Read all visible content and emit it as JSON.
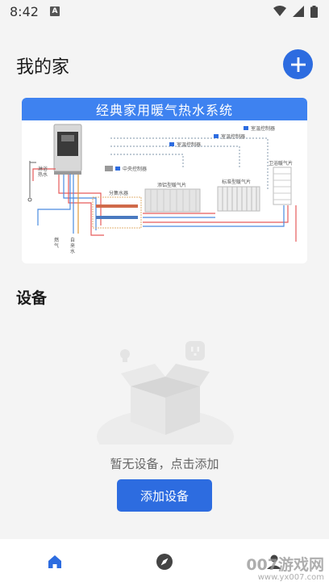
{
  "status_bar": {
    "time": "8:42",
    "notif_letter": "A"
  },
  "header": {
    "title": "我的家"
  },
  "banner": {
    "title": "经典家用暖气热水系统",
    "labels": {
      "shower": "淋浴\n热水",
      "central_ctrl": "中央控制器",
      "room_ctrl_1": "室温控制器",
      "room_ctrl_2": "室温控制器",
      "room_ctrl_3": "室温控制器",
      "manifold": "分集水器",
      "radiator_a": "添铝型暖气片",
      "radiator_b": "标准型暖气片",
      "bath_radiator": "卫浴暖气片",
      "gas": "燃\n气",
      "tap_water": "自\n来\n水"
    }
  },
  "devices": {
    "section_title": "设备",
    "empty_text": "暂无设备，点击添加",
    "add_button": "添加设备"
  },
  "bottom_nav": {
    "items": [
      {
        "icon": "home-icon",
        "active": true
      },
      {
        "icon": "compass-icon",
        "active": false
      },
      {
        "icon": "user-icon",
        "active": false
      }
    ],
    "active_color": "#2d6ce0",
    "inactive_color": "#444444"
  },
  "watermark": {
    "brand": "007游戏网",
    "url": "www.yx007.com"
  },
  "colors": {
    "accent": "#2d6ce0",
    "banner_blue": "#3e82f0"
  }
}
